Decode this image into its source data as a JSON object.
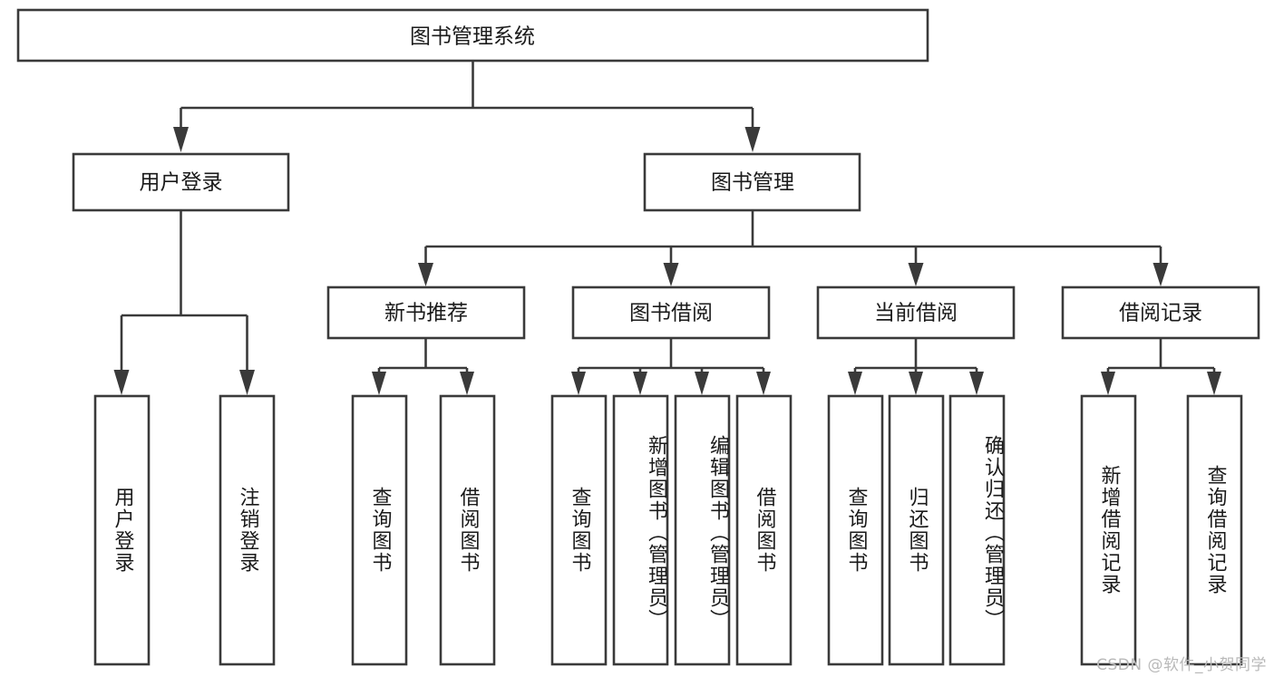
{
  "diagram": {
    "type": "tree-hierarchy-flowchart",
    "title": "图书管理系统",
    "orientation": "top-down",
    "watermark": "CSDN @软件_小贺同学",
    "colors": {
      "box_stroke": "#3a3a3a",
      "box_fill": "#ffffff",
      "text": "#1a1a1a",
      "edge": "#3a3a3a",
      "background": "#ffffff",
      "watermark": "#b9b9b9"
    },
    "levels": {
      "root": "图书管理系统",
      "level2": [
        "用户登录",
        "图书管理"
      ],
      "level3": [
        "新书推荐",
        "图书借阅",
        "当前借阅",
        "借阅记录"
      ],
      "leaves": [
        "用户登录",
        "注销登录",
        "查询图书",
        "借阅图书",
        "查询图书",
        "新增图书（管理员）",
        "编辑图书（管理员）",
        "借阅图书",
        "查询图书",
        "归还图书",
        "确认归还（管理员）",
        "新增借阅记录",
        "查询借阅记录"
      ]
    },
    "nodes": {
      "root": {
        "label": "图书管理系统"
      },
      "user_login": {
        "label": "用户登录"
      },
      "book_manage": {
        "label": "图书管理"
      },
      "new_book_rec": {
        "label": "新书推荐"
      },
      "book_borrow": {
        "label": "图书借阅"
      },
      "current_borrow": {
        "label": "当前借阅"
      },
      "borrow_record": {
        "label": "借阅记录"
      },
      "leaf_user_login": {
        "label": "用户登录"
      },
      "leaf_logout": {
        "label": "注销登录"
      },
      "leaf_query_book_a": {
        "label": "查询图书"
      },
      "leaf_borrow_book_a": {
        "label": "借阅图书"
      },
      "leaf_query_book_b": {
        "label": "查询图书"
      },
      "leaf_add_book": {
        "label": "新增图书（管理员）"
      },
      "leaf_edit_book": {
        "label": "编辑图书（管理员）"
      },
      "leaf_borrow_book_b": {
        "label": "借阅图书"
      },
      "leaf_query_book_c": {
        "label": "查询图书"
      },
      "leaf_return_book": {
        "label": "归还图书"
      },
      "leaf_confirm_return": {
        "label": "确认归还（管理员）"
      },
      "leaf_add_record": {
        "label": "新增借阅记录"
      },
      "leaf_query_record": {
        "label": "查询借阅记录"
      }
    },
    "edges": [
      {
        "from": "root",
        "to": "user_login"
      },
      {
        "from": "root",
        "to": "book_manage"
      },
      {
        "from": "user_login",
        "to": "leaf_user_login"
      },
      {
        "from": "user_login",
        "to": "leaf_logout"
      },
      {
        "from": "book_manage",
        "to": "new_book_rec"
      },
      {
        "from": "book_manage",
        "to": "book_borrow"
      },
      {
        "from": "book_manage",
        "to": "current_borrow"
      },
      {
        "from": "book_manage",
        "to": "borrow_record"
      },
      {
        "from": "new_book_rec",
        "to": "leaf_query_book_a"
      },
      {
        "from": "new_book_rec",
        "to": "leaf_borrow_book_a"
      },
      {
        "from": "book_borrow",
        "to": "leaf_query_book_b"
      },
      {
        "from": "book_borrow",
        "to": "leaf_add_book"
      },
      {
        "from": "book_borrow",
        "to": "leaf_edit_book"
      },
      {
        "from": "book_borrow",
        "to": "leaf_borrow_book_b"
      },
      {
        "from": "current_borrow",
        "to": "leaf_query_book_c"
      },
      {
        "from": "current_borrow",
        "to": "leaf_return_book"
      },
      {
        "from": "current_borrow",
        "to": "leaf_confirm_return"
      },
      {
        "from": "borrow_record",
        "to": "leaf_add_record"
      },
      {
        "from": "borrow_record",
        "to": "leaf_query_record"
      }
    ]
  }
}
